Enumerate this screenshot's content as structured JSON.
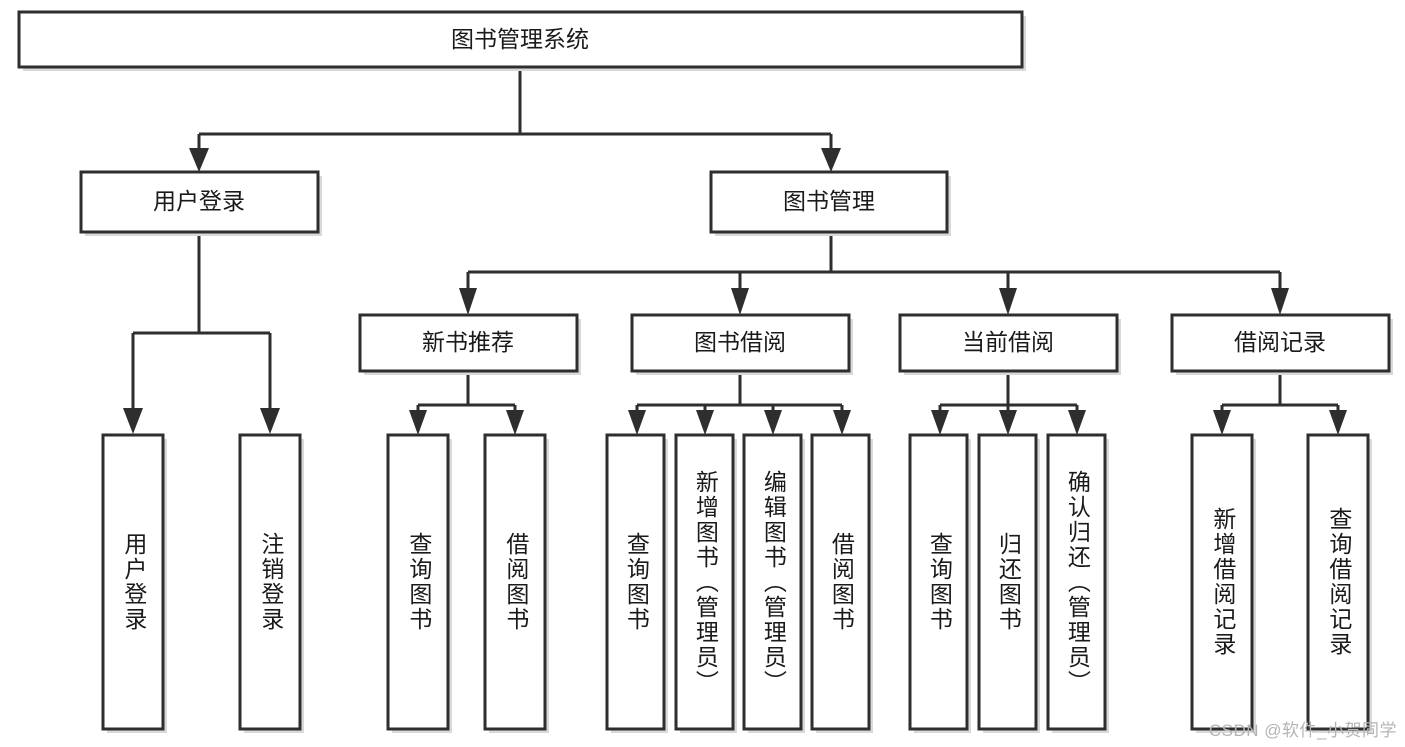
{
  "diagram": {
    "type": "tree-hierarchy",
    "title": "图书管理系统",
    "watermark": "CSDN @软件_小贺同学",
    "colors": {
      "stroke": "#2e2e2e",
      "fill": "#ffffff",
      "shadow": "#d9d9d9",
      "text": "#1a1a1a",
      "watermark": "#b4b4b4"
    },
    "levels": {
      "root": {
        "label": "图书管理系统"
      },
      "level2": [
        {
          "id": "user-login",
          "label": "用户登录"
        },
        {
          "id": "book-manage",
          "label": "图书管理"
        }
      ],
      "level3": [
        {
          "id": "new-book-recommend",
          "label": "新书推荐"
        },
        {
          "id": "book-borrow",
          "label": "图书借阅"
        },
        {
          "id": "current-borrow",
          "label": "当前借阅"
        },
        {
          "id": "borrow-record",
          "label": "借阅记录"
        }
      ],
      "leaves": {
        "user-login": [
          {
            "id": "leaf-user-login",
            "label": "用户登录"
          },
          {
            "id": "leaf-logout-login",
            "label": "注销登录"
          }
        ],
        "new-book-recommend": [
          {
            "id": "leaf-query-book-1",
            "label": "查询图书"
          },
          {
            "id": "leaf-borrow-book-1",
            "label": "借阅图书"
          }
        ],
        "book-borrow": [
          {
            "id": "leaf-query-book-2",
            "label": "查询图书"
          },
          {
            "id": "leaf-add-book",
            "label": "新增图书（管理员）"
          },
          {
            "id": "leaf-edit-book",
            "label": "编辑图书（管理员）"
          },
          {
            "id": "leaf-borrow-book-2",
            "label": "借阅图书"
          }
        ],
        "current-borrow": [
          {
            "id": "leaf-query-book-3",
            "label": "查询图书"
          },
          {
            "id": "leaf-return-book",
            "label": "归还图书"
          },
          {
            "id": "leaf-confirm-return",
            "label": "确认归还（管理员）"
          }
        ],
        "borrow-record": [
          {
            "id": "leaf-add-record",
            "label": "新增借阅记录"
          },
          {
            "id": "leaf-query-record",
            "label": "查询借阅记录"
          }
        ]
      }
    }
  }
}
